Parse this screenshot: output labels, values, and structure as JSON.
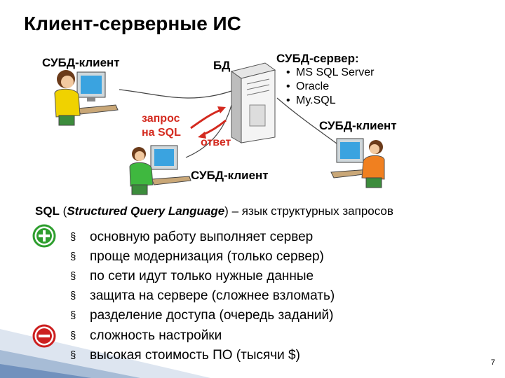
{
  "title": "Клиент-серверные ИС",
  "labels": {
    "client_top": "СУБД-клиент",
    "db": "БД",
    "server_title": "СУБД-сервер:",
    "server_items": [
      "MS SQL Server",
      "Oracle",
      "My.SQL"
    ],
    "client_right": "СУБД-клиент",
    "client_bottom": "СУБД-клиент",
    "request_line1": "запрос",
    "request_line2": "на SQL",
    "response": "ответ"
  },
  "sql": {
    "abbr": "SQL",
    "open": " (",
    "expansion": "Structured Query Language",
    "close": ")",
    "rest": " – язык структурных запросов"
  },
  "pros": [
    "основную работу выполняет сервер",
    "проще модернизация (только сервер)",
    "по сети идут только нужные данные",
    "защита на сервере (сложнее взломать)",
    "разделение доступа (очередь заданий)"
  ],
  "cons": [
    "сложность настройки",
    "высокая стоимость ПО (тысячи $)"
  ],
  "page_number": "7",
  "colors": {
    "accent_red": "#d42a1f",
    "plus_green": "#2e9e2e",
    "minus_red": "#cc1f1f",
    "corner_blue": "#2f5f9f"
  },
  "icons": {
    "plus": "plus-circle-icon",
    "minus": "minus-circle-icon",
    "clients": "person-at-computer-icon",
    "server": "server-tower-icon"
  }
}
